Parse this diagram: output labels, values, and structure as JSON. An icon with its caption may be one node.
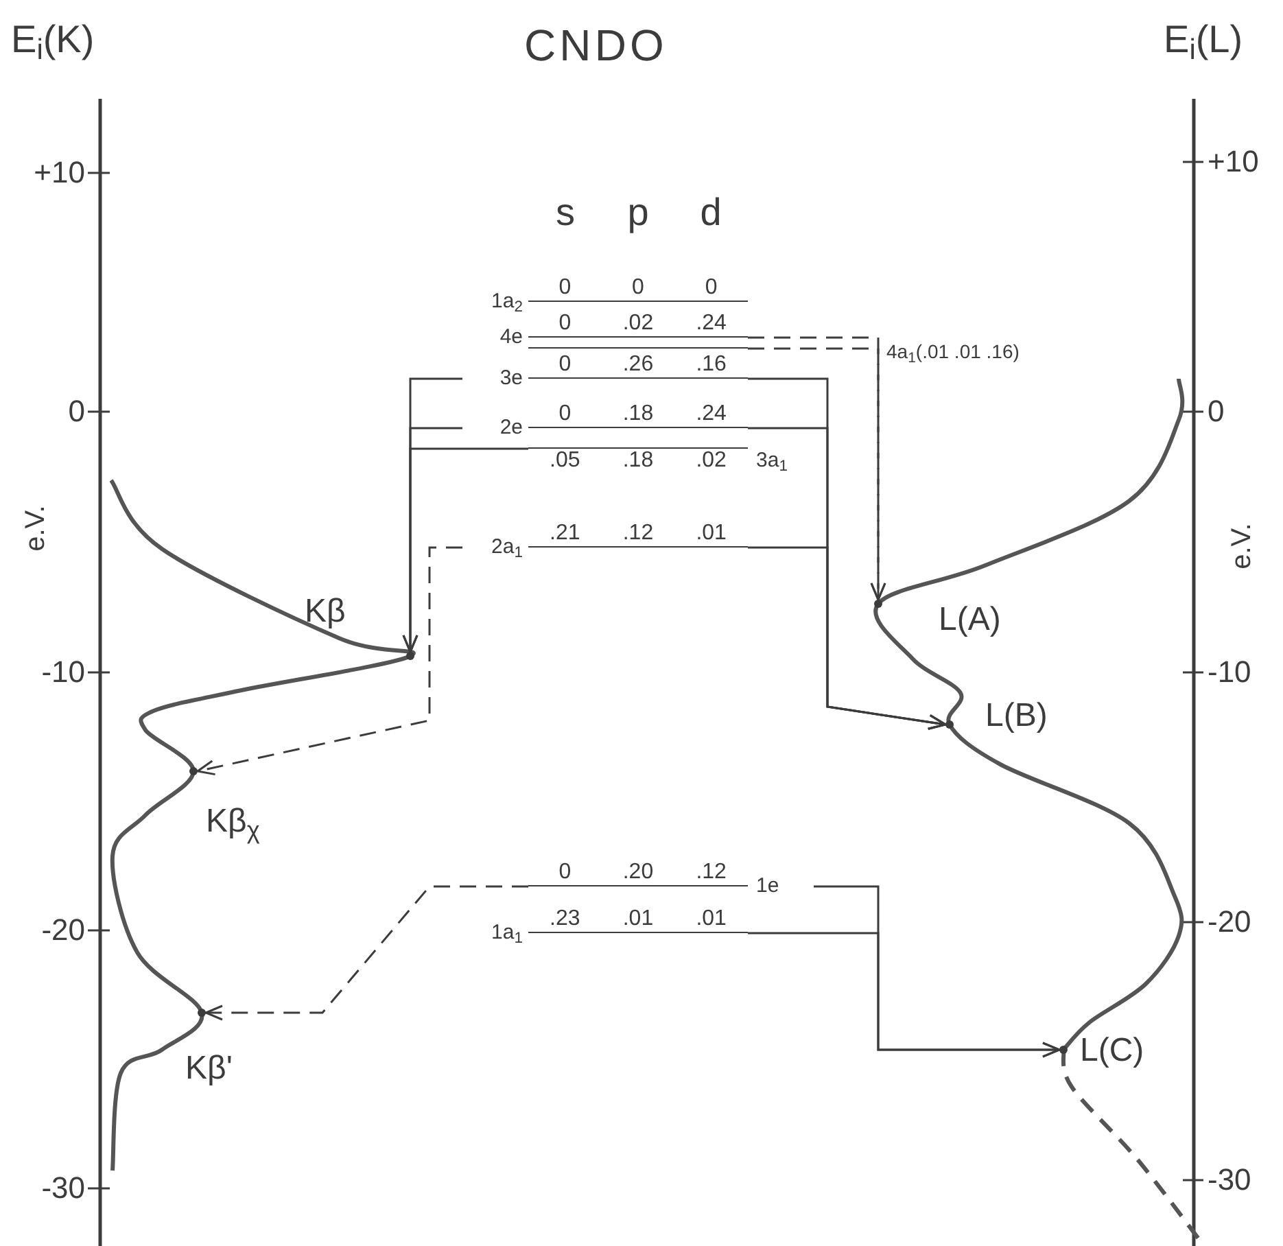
{
  "diagram": {
    "title": "CNDO",
    "nodes": [
      {
        "text": [
          "0",
          "0",
          "0"
        ],
        "beside": [
          "1a$_{2}$"
        ]
      },
      {
        "text": [
          "0",
          ".02",
          ".24"
        ],
        "beside": [
          "4e"
        ]
      },
      {
        "text": [],
        "shape": "line"
      },
      {
        "text": [
          "0",
          ".26",
          ".16"
        ],
        "beside": [
          "3e"
        ]
      },
      {
        "text": [
          "0",
          ".18",
          ".24"
        ],
        "beside": [
          "2e"
        ]
      },
      {
        "text": [
          ".05",
          ".18",
          ".02"
        ],
        "beside": [
          "3a$_{1}$"
        ]
      },
      {
        "text": [
          ".21",
          ".12",
          ".01"
        ],
        "beside": [
          "2a$_{1}$"
        ]
      },
      {
        "text": [
          "0",
          ".20",
          ".12"
        ],
        "beside": [
          "1e"
        ]
      },
      {
        "text": [
          ".23",
          ".01",
          ".01"
        ],
        "beside": [
          "1a$_{1}$"
        ]
      },
      {
        "text": [],
        "shape": "point",
        "beside": [
          "Kβ"
        ]
      },
      {
        "text": [],
        "shape": "point",
        "beside": [
          "Kβ$_{χ}$"
        ]
      },
      {
        "text": [],
        "shape": "point",
        "beside": [
          "Kβ'"
        ]
      },
      {
        "text": [],
        "shape": "point",
        "beside": [
          "L(A)"
        ]
      },
      {
        "text": [],
        "shape": "point",
        "beside": [
          "L(B)"
        ]
      },
      {
        "text": [],
        "shape": "point",
        "beside": [
          "L(C)"
        ]
      }
    ],
    "edges": [
      {
        "from": 1,
        "to": 12,
        "arrow": "to",
        "style": "dashed"
      },
      {
        "from": 2,
        "to": 12,
        "arrow": "to",
        "style": "dashed"
      },
      {
        "from": 3,
        "to": 9,
        "arrow": "to"
      },
      {
        "from": 4,
        "to": 9,
        "arrow": "to"
      },
      {
        "from": 5,
        "to": 9,
        "arrow": "to"
      },
      {
        "from": 3,
        "to": 13,
        "arrow": "to"
      },
      {
        "from": 4,
        "to": 13,
        "arrow": "to"
      },
      {
        "from": 6,
        "to": 13,
        "arrow": "to"
      },
      {
        "from": 6,
        "to": 10,
        "arrow": "to",
        "style": "dashed"
      },
      {
        "from": 7,
        "to": 11,
        "arrow": "to",
        "style": "dashed"
      },
      {
        "from": 7,
        "to": 14,
        "arrow": "to"
      },
      {
        "from": 8,
        "to": 14,
        "arrow": "to"
      }
    ],
    "labels": [
      "E$_{i}$(K)",
      "E$_{i}$(L)",
      "+10",
      "+10",
      "s",
      "p",
      "d",
      "0",
      "0",
      "e.V.",
      "e.V.",
      "-10",
      "-10",
      "-20",
      "-20",
      "-30",
      "-30",
      "4a$_{1}$(.01 .01 .16)"
    ]
  }
}
